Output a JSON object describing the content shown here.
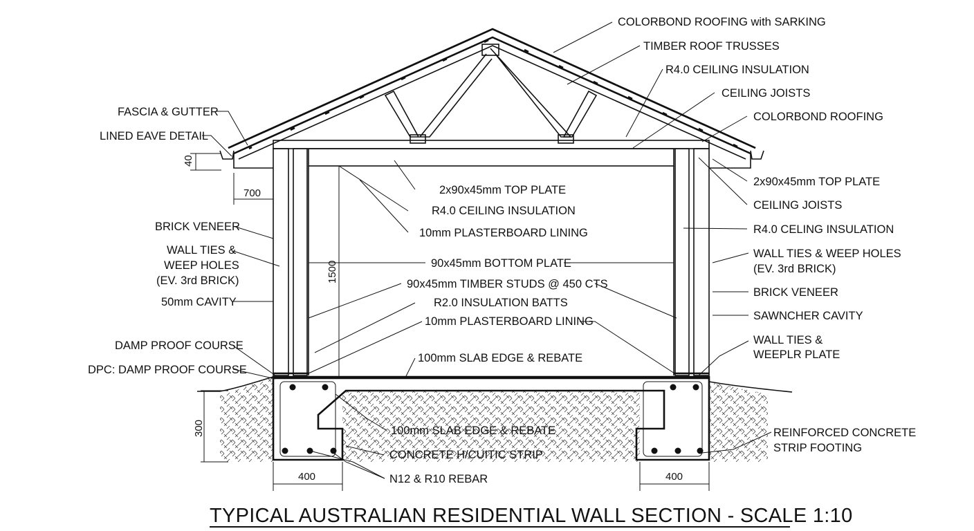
{
  "title": "TYPICAL AUSTRALIAN RESIDENTIAL WALL SECTION - SCALE 1:10",
  "labels": {
    "colorbond_sarking": "COLORBOND ROOFING with SARKING",
    "timber_trusses": "TIMBER ROOF TRUSSES",
    "r40_ceiling_top": "R4.0 CEILING INSULATION",
    "ceiling_joists_top": "CEILING JOISTS",
    "colorbond_roofing": "COLORBOND ROOFING",
    "fascia_gutter": "FASCIA & GUTTER",
    "lined_eave": "LINED EAVE DETAIL",
    "top_plate_center": "2x90x45mm TOP PLATE",
    "r40_ceiling_center": "R4.0 CEILING INSULATION",
    "plasterboard_center_top": "10mm PLASTERBOARD LINING",
    "top_plate_right": "2x90x45mm TOP PLATE",
    "ceiling_joists_right": "CEILING JOISTS",
    "r40_celing_right": "R4.0 CELING INSULATION",
    "brick_veneer_left": "BRICK VENEER",
    "wall_ties_left_1": "WALL TIES &",
    "wall_ties_left_2": "WEEP HOLES",
    "wall_ties_left_3": "(EV. 3rd BRICK)",
    "cavity_left": "50mm CAVITY",
    "damp_proof": "DAMP PROOF COURSE",
    "dpc": "DPC: DAMP PROOF COURSE",
    "bottom_plate": "90x45mm BOTTOM PLATE",
    "timber_studs": "90x45mm TIMBER STUDS @ 450 CTS",
    "insulation_batts": "R2.0 INSULATION BATTS",
    "plasterboard_center_bottom": "10mm PLASTERBOARD LINING",
    "slab_edge_top": "100mm SLAB EDGE & REBATE",
    "wall_ties_right_1": "WALL TIES & WEEP HOLES",
    "wall_ties_right_2": "(EV. 3rd BRICK)",
    "brick_veneer_right": "BRICK VENEER",
    "cavity_right": "SAWNCHER CAVITY",
    "wall_ties_right_b1": "WALL TIES &",
    "wall_ties_right_b2": "WEEPLR PLATE",
    "slab_edge_bottom": "100mm SLAB EDGE & REBATE",
    "concrete_strip": "CONCRETE H/CUITIC STRIP",
    "rebar": "N12 & R10 REBAR",
    "reinforced_1": "REINFORCED CONCRETE",
    "reinforced_2": "STRIP FOOTING"
  },
  "dimensions": {
    "eave_height": "40",
    "eave_width": "700",
    "wall_height": "1500",
    "footing_depth": "300",
    "footing_left_width": "400",
    "footing_right_width": "400"
  }
}
